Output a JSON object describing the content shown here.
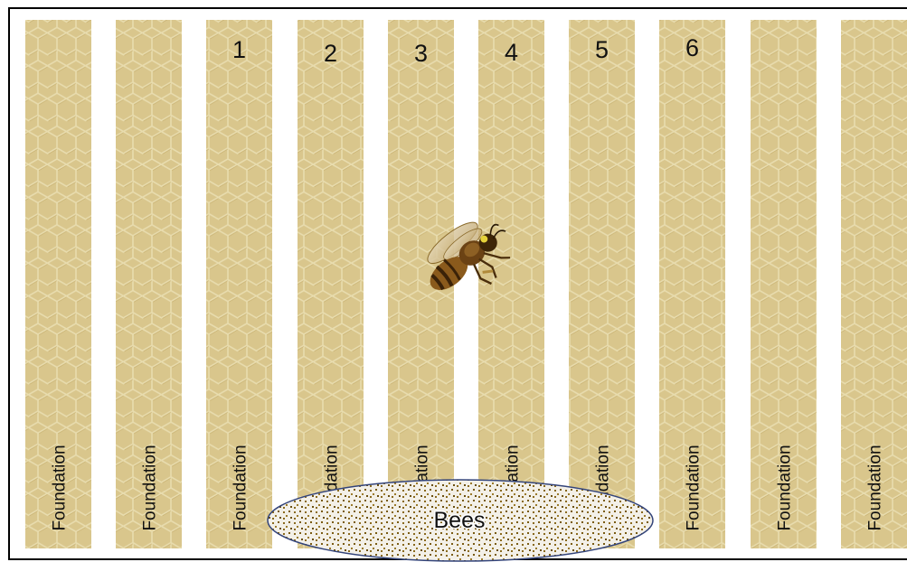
{
  "hive": {
    "frames": [
      {
        "number": "",
        "label": "Foundation"
      },
      {
        "number": "",
        "label": "Foundation"
      },
      {
        "number": "1",
        "label": "Foundation"
      },
      {
        "number": "2",
        "label": "Foundation"
      },
      {
        "number": "3",
        "label": "Foundation"
      },
      {
        "number": "4",
        "label": "Foundation"
      },
      {
        "number": "5",
        "label": "Foundation"
      },
      {
        "number": "6",
        "label": "Foundation"
      },
      {
        "number": "",
        "label": "Foundation"
      },
      {
        "number": "",
        "label": "Foundation"
      }
    ],
    "bees_label": "Bees",
    "colors": {
      "comb": "#d9c68c",
      "comb_cell_line": "#e8dcae",
      "comb_cell_shadow": "#bfa764",
      "cluster_fill": "#f3f0e8",
      "cluster_dot": "#8a6a1e",
      "cluster_outline": "#33447a",
      "border": "#000000"
    },
    "bee_icon": "honeybee-photo"
  }
}
